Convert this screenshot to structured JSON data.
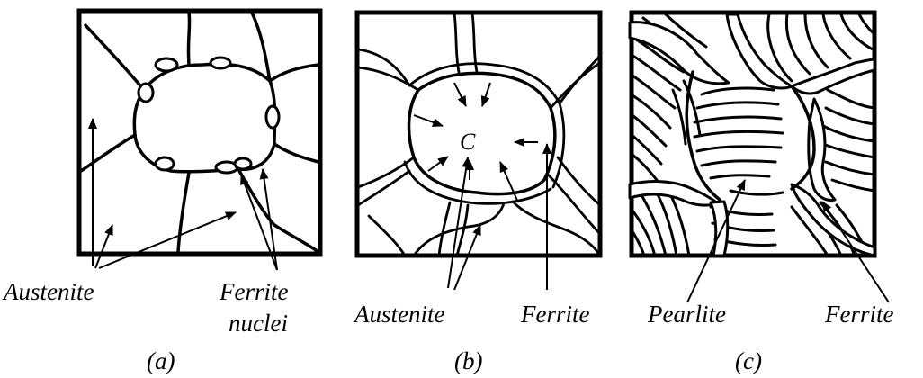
{
  "panels": [
    {
      "id": "a",
      "caption": "(a)",
      "labels": {
        "austenite": "Austenite",
        "ferrite_nuclei_1": "Ferrite",
        "ferrite_nuclei_2": "nuclei"
      }
    },
    {
      "id": "b",
      "caption": "(b)",
      "labels": {
        "center": "C",
        "austenite": "Austenite",
        "ferrite": "Ferrite"
      }
    },
    {
      "id": "c",
      "caption": "(c)",
      "labels": {
        "pearlite": "Pearlite",
        "ferrite": "Ferrite"
      }
    }
  ]
}
